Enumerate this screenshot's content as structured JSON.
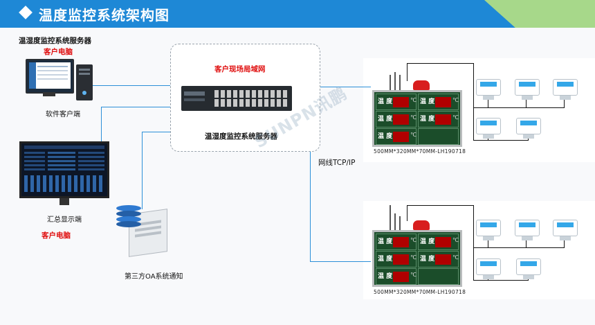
{
  "header": {
    "title": "温度监控系统架构图"
  },
  "colors": {
    "header_blue": "#1e88d6",
    "header_green": "#a7d88a",
    "line_blue": "#2b8fd8",
    "label_red": "#e01010"
  },
  "left": {
    "server_title": "温湿度监控系统服务器",
    "client_pc_top": "客户电脑",
    "software_client": "软件客户端",
    "summary_display": "汇总显示端",
    "client_pc_bottom": "客户电脑",
    "oa_notice": "第三方OA系统通知"
  },
  "lan": {
    "title": "客户现场局域网",
    "server_label": "温湿度监控系统服务器"
  },
  "network_label": "网线TCP/IP",
  "watermark": "SUNPN讯鹏",
  "panels": [
    {
      "cells": [
        {
          "text": "温 度",
          "unit": "℃"
        },
        {
          "text": "温 度",
          "unit": "℃"
        },
        {
          "text": "温 度",
          "unit": "℃"
        },
        {
          "text": "温 度",
          "unit": "℃"
        },
        {
          "text": "温 度",
          "unit": "℃"
        }
      ],
      "dimension": "500MM*320MM*70MM-LH190718"
    },
    {
      "cells": [
        {
          "text": "温 度",
          "unit": "℃"
        },
        {
          "text": "温 度",
          "unit": "℃"
        },
        {
          "text": "温 度",
          "unit": "℃"
        },
        {
          "text": "温 度",
          "unit": "℃"
        },
        {
          "text": "温 度",
          "unit": "℃"
        }
      ],
      "dimension": "500MM*320MM*70MM-LH190718"
    }
  ]
}
